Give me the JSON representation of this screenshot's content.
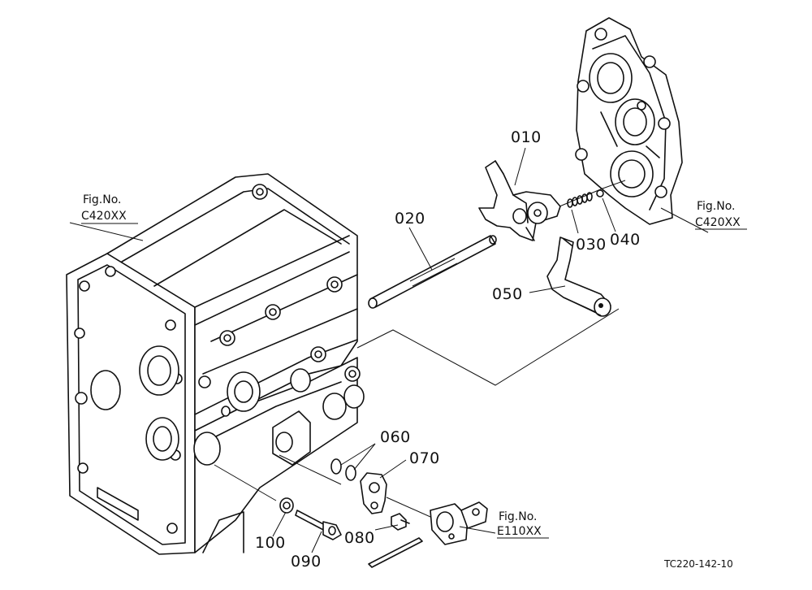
{
  "parts": [
    {
      "id": "010"
    },
    {
      "id": "020"
    },
    {
      "id": "030"
    },
    {
      "id": "040"
    },
    {
      "id": "050"
    },
    {
      "id": "060"
    },
    {
      "id": "070"
    },
    {
      "id": "080"
    },
    {
      "id": "090"
    },
    {
      "id": "100"
    }
  ],
  "figure_refs": [
    {
      "prefix": "Fig.No.",
      "code": "C420XX"
    },
    {
      "prefix": "Fig.No.",
      "code": "C420XX"
    },
    {
      "prefix": "Fig.No.",
      "code": "E110XX"
    }
  ],
  "drawing_code": "TC220-142-10"
}
